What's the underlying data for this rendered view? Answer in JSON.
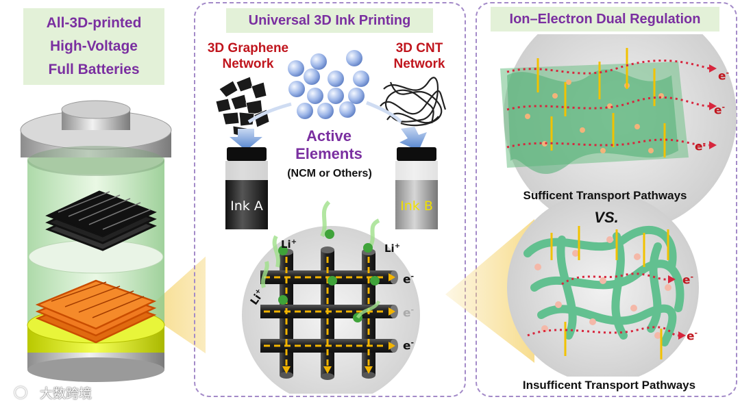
{
  "left": {
    "title_lines": [
      "All-3D-printed",
      "High-Voltage",
      "Full Batteries"
    ],
    "watermark": "大数跨境"
  },
  "middle": {
    "title": "Universal 3D Ink Printing",
    "graphene": [
      "3D Graphene",
      "Network"
    ],
    "cnt": [
      "3D CNT",
      "Network"
    ],
    "active": [
      "Active",
      "Elements"
    ],
    "active_sub": "(NCM or Others)",
    "ink_a": "Ink A",
    "ink_b": "Ink B",
    "li_label": "Li",
    "plus": "+",
    "e_label": "e",
    "minus": "-"
  },
  "right": {
    "title": "Ion–Electron Dual Regulation",
    "sufficient": "Sufficent Transport Pathways",
    "vs": "VS.",
    "insufficient": "Insufficent Transport Pathways",
    "e_label": "e",
    "minus": "-"
  },
  "colors": {
    "title_bg": "#e3f1d8",
    "title_text": "#7a2fa0",
    "red_text": "#c0151d",
    "ink_b_text": "#f0e000",
    "panel_border": "#a38ac8"
  }
}
